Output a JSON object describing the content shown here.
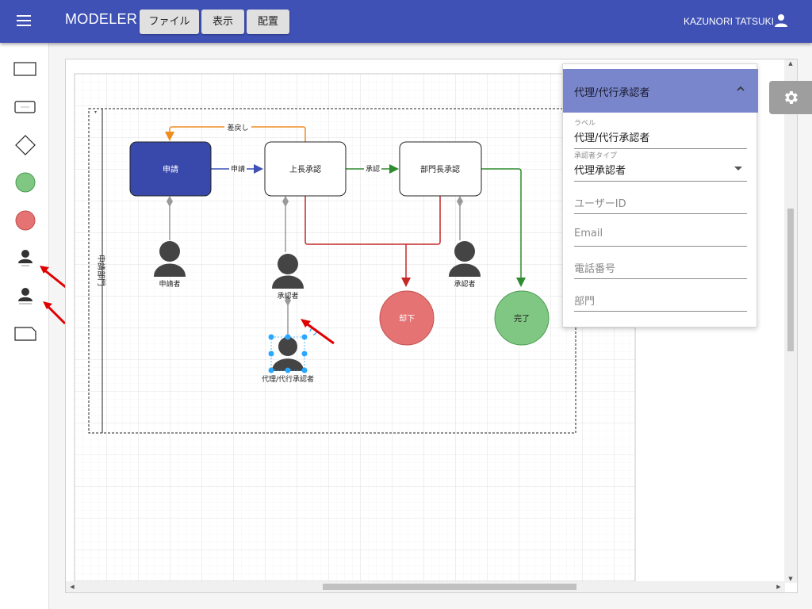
{
  "appbar": {
    "title": "MODELER",
    "menu": [
      "ファイル",
      "表示",
      "配置"
    ],
    "user_name": "KAZUNORI TATSUKI"
  },
  "diagram": {
    "lane_label": "申請部門",
    "nodes": {
      "apply": "申請",
      "boss_approve": "上長承認",
      "dept_approve": "部門長承認",
      "reject": "却下",
      "complete": "完了"
    },
    "edges": {
      "return": "差戻し",
      "apply_edge": "申請",
      "approve_edge": "承認"
    },
    "actors": {
      "applicant": "申請者",
      "approver": "承認者",
      "dept_approver": "承認者",
      "proxy": "代理/代行承認者"
    }
  },
  "panel": {
    "title": "代理/代行承認者",
    "label_field": {
      "label": "ラベル",
      "value": "代理/代行承認者"
    },
    "type_field": {
      "label": "承認者タイプ",
      "value": "代理承認者"
    },
    "user_id_placeholder": "ユーザーID",
    "email_placeholder": "Email",
    "phone_placeholder": "電話番号",
    "dept_placeholder": "部門"
  },
  "colors": {
    "primary": "#3f51b5",
    "panel_header": "#7986cb",
    "node_apply": "#3949ab",
    "reject": "#e57373",
    "complete": "#81c784",
    "edge_orange": "#ef8c1f",
    "edge_blue": "#3f51b5",
    "edge_green": "#2e8b2e",
    "edge_red": "#c62828",
    "arrow_red": "#e00000",
    "selection": "#29a8ff"
  }
}
